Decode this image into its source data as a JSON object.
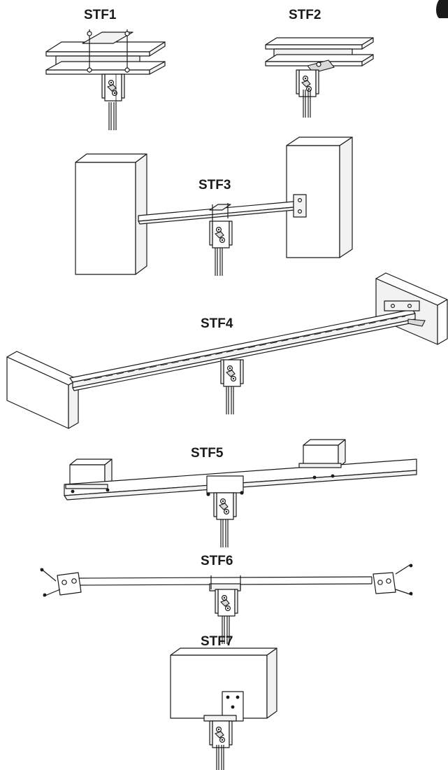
{
  "figures": [
    {
      "id": "stf1",
      "label": "STF1"
    },
    {
      "id": "stf2",
      "label": "STF2"
    },
    {
      "id": "stf3",
      "label": "STF3"
    },
    {
      "id": "stf4",
      "label": "STF4"
    },
    {
      "id": "stf5",
      "label": "STF5"
    },
    {
      "id": "stf6",
      "label": "STF6"
    },
    {
      "id": "stf7",
      "label": "STF7"
    }
  ],
  "edge_tab": {
    "icon": "page-tab-icon",
    "color": "#1a1a1a"
  },
  "colors": {
    "line": "#1a1a1a",
    "fill": "#ffffff",
    "shade": "#f2f2f2"
  }
}
